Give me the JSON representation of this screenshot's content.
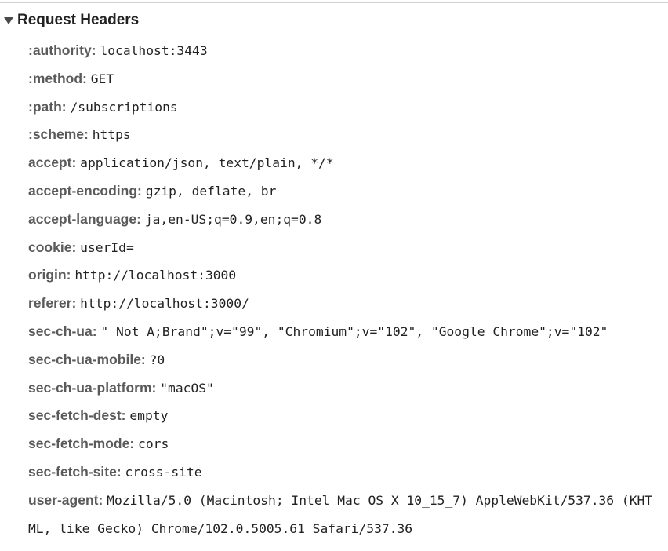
{
  "section": {
    "title": "Request Headers",
    "icon": "triangle-down-icon"
  },
  "headers": [
    {
      "name": ":authority:",
      "value": "localhost:3443"
    },
    {
      "name": ":method:",
      "value": "GET"
    },
    {
      "name": ":path:",
      "value": "/subscriptions"
    },
    {
      "name": ":scheme:",
      "value": "https"
    },
    {
      "name": "accept:",
      "value": "application/json, text/plain, */*"
    },
    {
      "name": "accept-encoding:",
      "value": "gzip, deflate, br"
    },
    {
      "name": "accept-language:",
      "value": "ja,en-US;q=0.9,en;q=0.8"
    },
    {
      "name": "cookie:",
      "value": "userId="
    },
    {
      "name": "origin:",
      "value": "http://localhost:3000"
    },
    {
      "name": "referer:",
      "value": "http://localhost:3000/"
    },
    {
      "name": "sec-ch-ua:",
      "value": "\" Not A;Brand\";v=\"99\", \"Chromium\";v=\"102\", \"Google Chrome\";v=\"102\""
    },
    {
      "name": "sec-ch-ua-mobile:",
      "value": "?0"
    },
    {
      "name": "sec-ch-ua-platform:",
      "value": "\"macOS\""
    },
    {
      "name": "sec-fetch-dest:",
      "value": "empty"
    },
    {
      "name": "sec-fetch-mode:",
      "value": "cors"
    },
    {
      "name": "sec-fetch-site:",
      "value": "cross-site"
    },
    {
      "name": "user-agent:",
      "value": "Mozilla/5.0 (Macintosh; Intel Mac OS X 10_15_7) AppleWebKit/537.36 (KHTML, like Gecko) Chrome/102.0.5005.61 Safari/537.36"
    }
  ]
}
